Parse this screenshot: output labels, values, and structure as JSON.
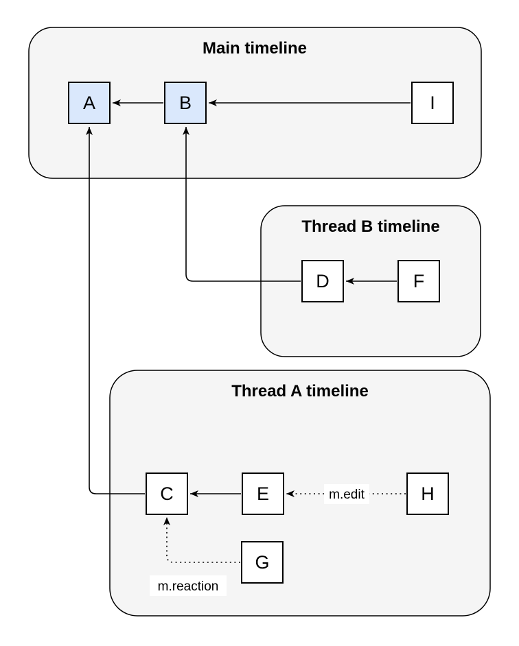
{
  "diagram": {
    "containers": {
      "main": {
        "title": "Main timeline",
        "nodes": [
          "A",
          "B",
          "I"
        ]
      },
      "thread_b": {
        "title": "Thread B timeline",
        "nodes": [
          "D",
          "F"
        ]
      },
      "thread_a": {
        "title": "Thread A timeline",
        "nodes": [
          "C",
          "E",
          "G",
          "H"
        ]
      }
    },
    "node_labels": {
      "a": "A",
      "b": "B",
      "c": "C",
      "d": "D",
      "e": "E",
      "f": "F",
      "g": "G",
      "h": "H",
      "i": "I"
    },
    "highlighted_nodes": [
      "A",
      "B"
    ],
    "edge_labels": {
      "edit": "m.edit",
      "reaction": "m.reaction"
    },
    "edges": [
      {
        "from": "B",
        "to": "A",
        "style": "solid",
        "label": ""
      },
      {
        "from": "I",
        "to": "B",
        "style": "solid",
        "label": ""
      },
      {
        "from": "D",
        "to": "B",
        "style": "solid",
        "label": ""
      },
      {
        "from": "F",
        "to": "D",
        "style": "solid",
        "label": ""
      },
      {
        "from": "C",
        "to": "A",
        "style": "solid",
        "label": ""
      },
      {
        "from": "E",
        "to": "C",
        "style": "solid",
        "label": ""
      },
      {
        "from": "H",
        "to": "E",
        "style": "dotted",
        "label": "m.edit"
      },
      {
        "from": "G",
        "to": "C",
        "style": "dotted",
        "label": "m.reaction"
      }
    ],
    "colors": {
      "container_fill": "#f5f5f5",
      "container_stroke": "#000000",
      "node_highlight_fill": "#dae8fc",
      "node_fill": "#ffffff",
      "node_stroke": "#000000",
      "edge_stroke": "#000000",
      "label_bg": "#ffffff"
    }
  }
}
